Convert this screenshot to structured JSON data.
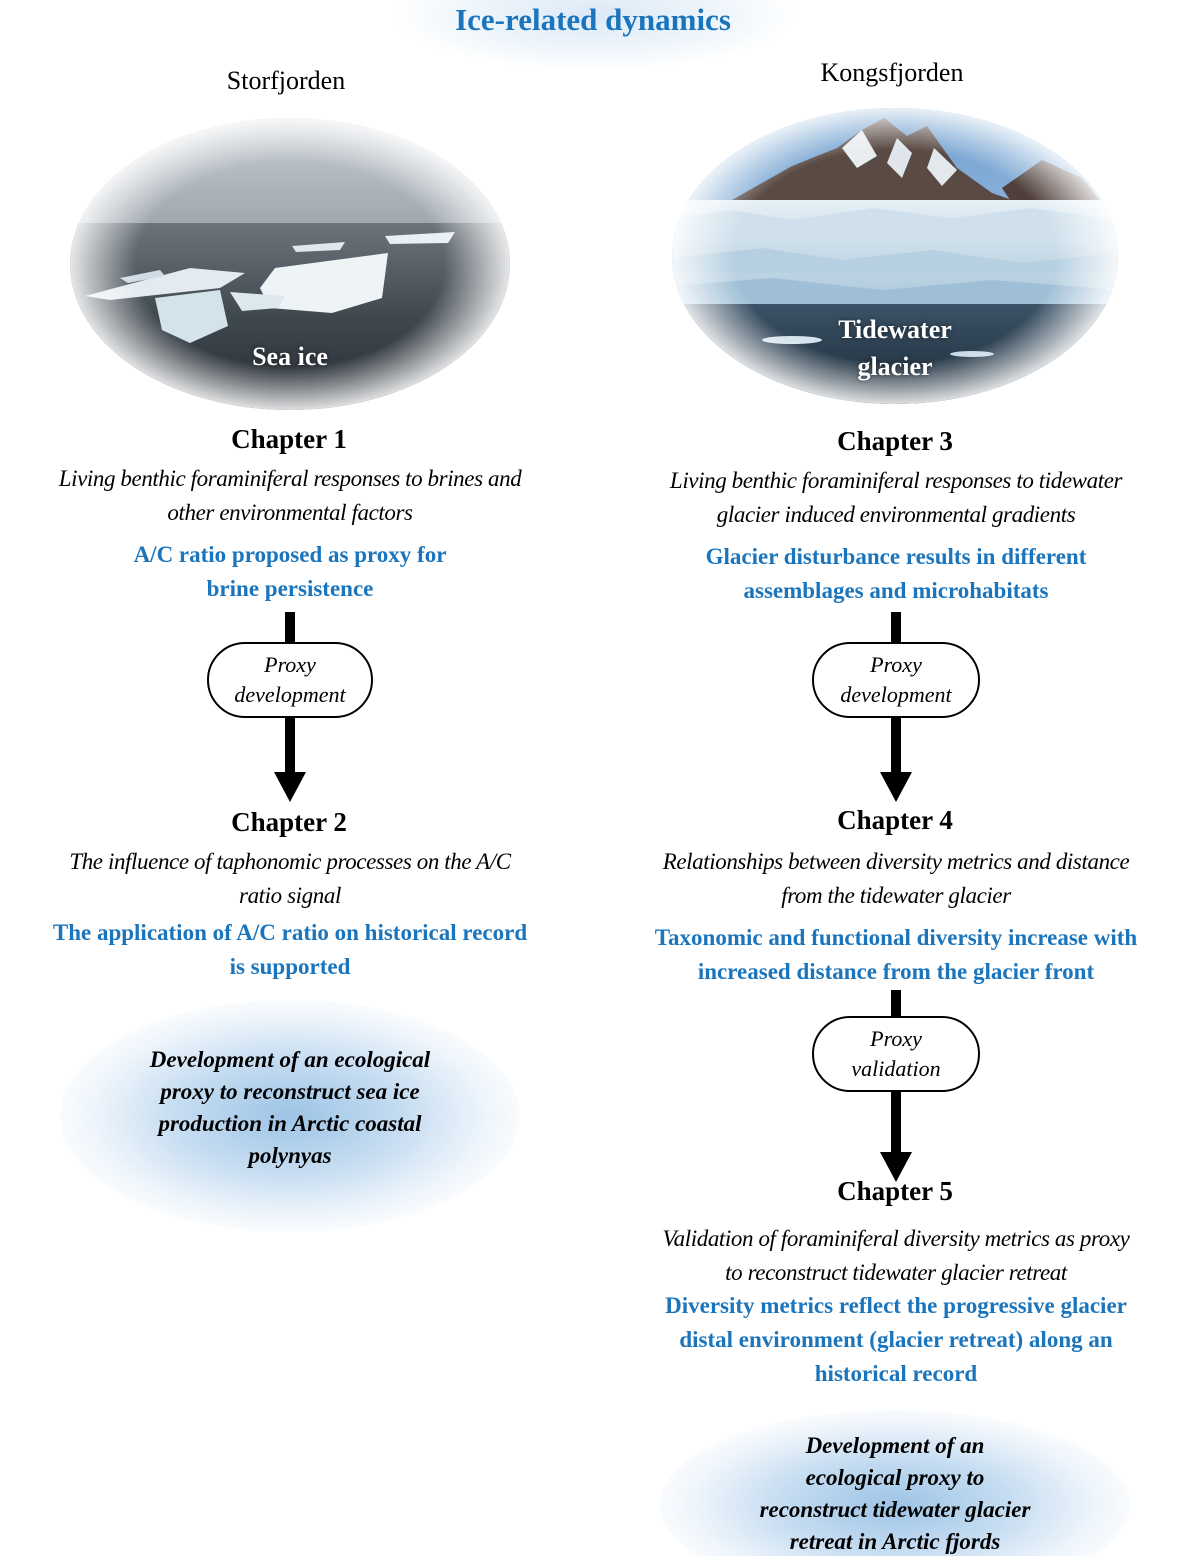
{
  "title": "Ice-related dynamics",
  "left": {
    "location": "Storfjorden",
    "photo_label": "Sea ice",
    "chapter_a": {
      "title": "Chapter 1",
      "description_lines": [
        "Living benthic foraminiferal responses to brines and",
        "other environmental factors"
      ],
      "finding_lines": [
        "A/C ratio proposed as proxy for",
        "brine persistence"
      ]
    },
    "step": {
      "lines": [
        "Proxy",
        "development"
      ]
    },
    "chapter_b": {
      "title": "Chapter 2",
      "description_lines": [
        "The influence of taphonomic processes on the A/C",
        "ratio signal"
      ],
      "finding_lines": [
        "The application of A/C ratio on historical record",
        "is supported"
      ]
    },
    "outcome_lines": [
      "Development of an ecological",
      "proxy to reconstruct sea ice",
      "production in Arctic coastal",
      "polynyas"
    ]
  },
  "right": {
    "location": "Kongsfjorden",
    "photo_label_lines": [
      "Tidewater",
      "glacier"
    ],
    "chapter_a": {
      "title": "Chapter 3",
      "description_lines": [
        "Living benthic foraminiferal responses to tidewater",
        "glacier induced environmental gradients"
      ],
      "finding_lines": [
        "Glacier disturbance results in different",
        "assemblages and microhabitats"
      ]
    },
    "step_a": {
      "lines": [
        "Proxy",
        "development"
      ]
    },
    "chapter_b": {
      "title": "Chapter 4",
      "description_lines": [
        "Relationships between diversity metrics and distance",
        "from the tidewater glacier"
      ],
      "finding_lines": [
        "Taxonomic and functional diversity increase with",
        "increased distance from the glacier front"
      ]
    },
    "step_b": {
      "lines": [
        "Proxy",
        "validation"
      ]
    },
    "chapter_c": {
      "title": "Chapter 5",
      "description_lines": [
        "Validation of foraminiferal diversity metrics as proxy",
        "to reconstruct tidewater glacier retreat"
      ],
      "finding_lines": [
        "Diversity metrics reflect the progressive glacier",
        "distal environment (glacier retreat) along an",
        "historical record"
      ]
    },
    "outcome_lines": [
      "Development of an",
      "ecological proxy to",
      "reconstruct tidewater glacier",
      "retreat in Arctic fjords"
    ]
  },
  "colors": {
    "accent": "#1b75bc",
    "text": "#000000"
  }
}
